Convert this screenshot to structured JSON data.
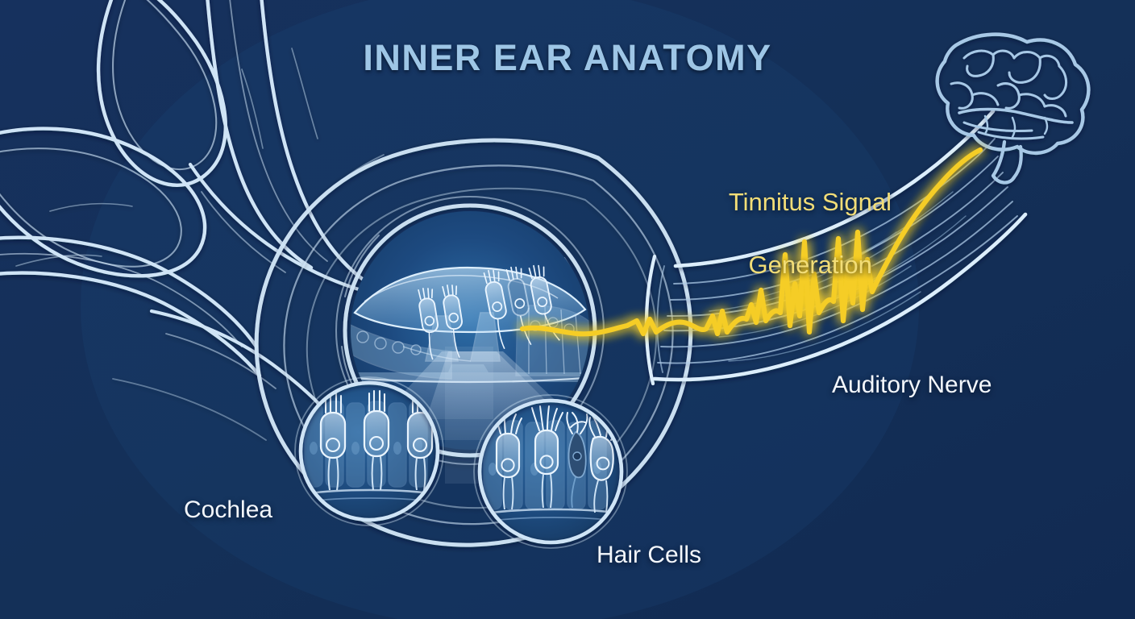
{
  "figure": {
    "title": "INNER EAR ANATOMY",
    "domain_subject": "inner-ear-tinnitus-diagram",
    "background_color": "#14315c",
    "palette": {
      "background_navy": "#14315c",
      "background_navy_light": "#1b3c71",
      "line_pale_blue": "#cfe4f6",
      "line_mid_blue": "#8fb6dd",
      "title_blue": "#9ec6e6",
      "signal_yellow": "#f5cd25",
      "signal_glow": "#ffd84d",
      "label_white": "#f3f7fc",
      "tinnitus_label_yellow": "#f2dd77",
      "cell_fill_blue": "#9fc6e4",
      "damaged_cell_dark": "#3f5f86"
    }
  },
  "labels": {
    "title": "INNER EAR ANATOMY",
    "tinnitus_line1": "Tinnitus Signal",
    "tinnitus_line2": "Generation",
    "auditory_nerve": "Auditory Nerve",
    "cochlea": "Cochlea",
    "hair_cells": "Hair Cells"
  },
  "structures": [
    {
      "name": "semicircular-canals",
      "label_shown": "",
      "position": "top-left",
      "style": "pale blue tube outline loops"
    },
    {
      "name": "cochlea-spiral",
      "label_shown": "Cochlea",
      "position": "center-left",
      "style": "concentric pale blue rings with organ of Corti cross-section"
    },
    {
      "name": "organ-of-corti",
      "label_shown": "",
      "position": "cochlea-center",
      "style": "tectorial membrane, inner and outer hair cells, basilar membrane"
    },
    {
      "name": "healthy-hair-cells-inset",
      "label_shown": "Hair Cells",
      "position": "lower-left-circle",
      "style": "three upright hair cells with straight stereocilia"
    },
    {
      "name": "damaged-hair-cells-inset",
      "label_shown": "Hair Cells",
      "position": "lower-center-circle",
      "style": "bent splayed stereocilia and one collapsed dark cell"
    },
    {
      "name": "auditory-nerve-bundle",
      "label_shown": "Auditory Nerve",
      "position": "right",
      "style": "bundle of thin parallel fibers sweeping up to the right"
    },
    {
      "name": "brain",
      "label_shown": "",
      "position": "top-right",
      "style": "line-art lateral brain outline with gyri and brainstem"
    },
    {
      "name": "tinnitus-signal-wave",
      "label_shown": "Tinnitus Signal Generation",
      "position": "center-right",
      "style": "glowing yellow waveform growing from small ripples to large erratic spikes"
    }
  ]
}
